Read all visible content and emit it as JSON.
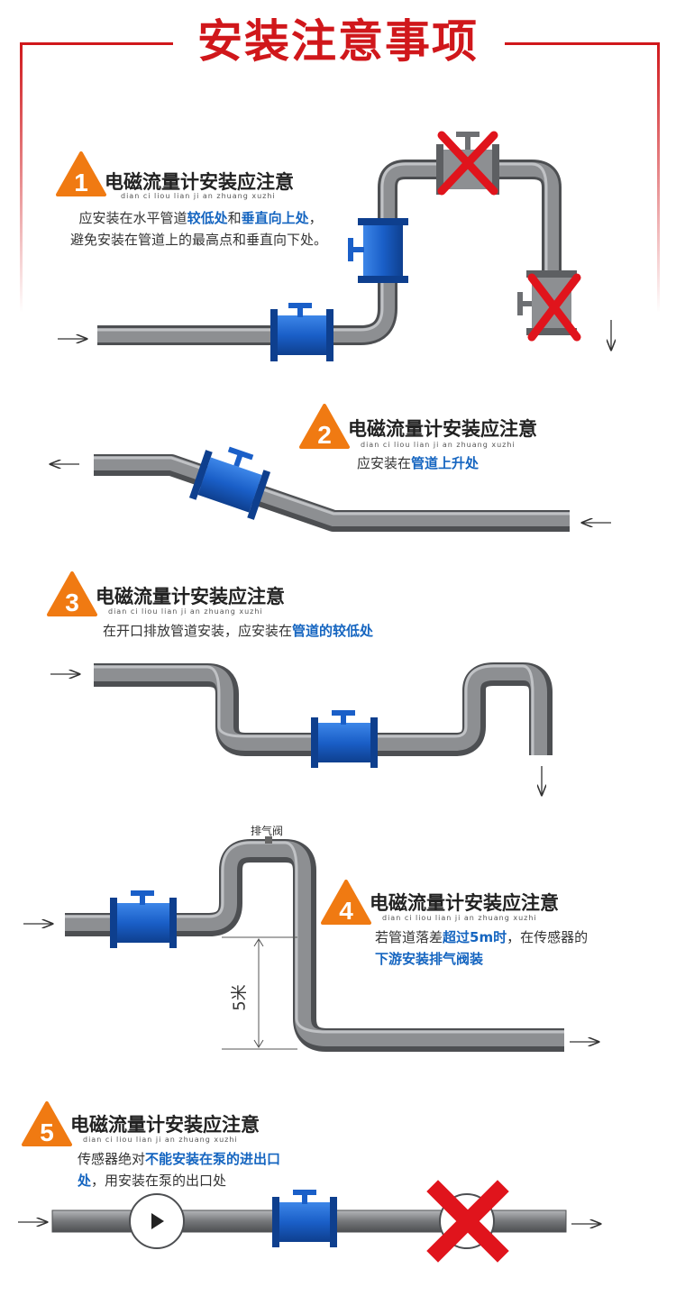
{
  "title": "安装注意事项",
  "sections": [
    {
      "number": "1",
      "heading": "电磁流量计安装应注意",
      "pinyin": "dian ci liou lian ji an zhuang xuzhi",
      "desc_parts": [
        "应安装在水平管道",
        "较低处",
        "和",
        "垂直向上处",
        "，避免安装在管道上的最高点和垂直向下处。"
      ]
    },
    {
      "number": "2",
      "heading": "电磁流量计安装应注意",
      "pinyin": "dian ci liou lian ji an zhuang xuzhi",
      "desc_parts": [
        "应安装在",
        "管道上升处"
      ]
    },
    {
      "number": "3",
      "heading": "电磁流量计安装应注意",
      "pinyin": "dian ci liou lian ji an zhuang xuzhi",
      "desc_parts": [
        "在开口排放管道安装，应安装在",
        "管道的较低处"
      ]
    },
    {
      "number": "4",
      "heading": "电磁流量计安装应注意",
      "pinyin": "dian ci liou lian ji an zhuang xuzhi",
      "desc_parts": [
        "若管道落差",
        "超过5m时",
        "，在传感器的",
        "下游安装排气阀装"
      ],
      "valve_label": "排气阀",
      "height_label": "5米"
    },
    {
      "number": "5",
      "heading": "电磁流量计安装应注意",
      "pinyin": "dian ci liou lian ji an zhuang xuzhi",
      "desc_parts": [
        "传感器绝对",
        "不能安装在泵的进出口处",
        "，用安装在泵的出口处"
      ]
    }
  ],
  "colors": {
    "accent": "#d0171b",
    "badge": "#f07a12",
    "meter": "#1a5fc8",
    "pipe": "#7b7d80",
    "highlight": "#1565c0"
  }
}
